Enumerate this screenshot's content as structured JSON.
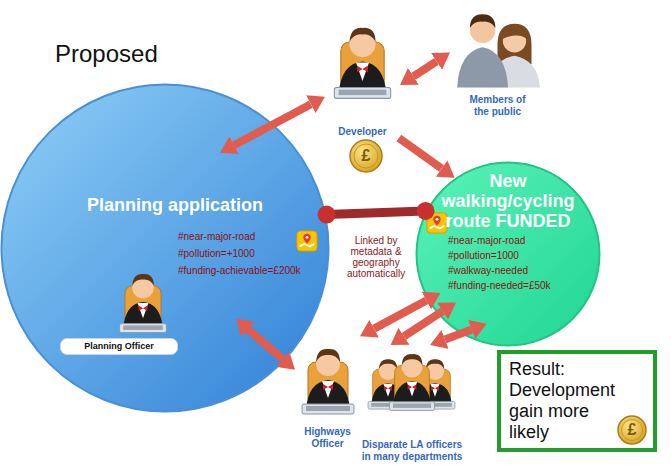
{
  "diagram": {
    "title": "Proposed",
    "nodes": [
      {
        "text": [
          "Developer"
        ]
      },
      {
        "text": [
          "Members of the public"
        ]
      },
      {
        "text": [
          "Planning application",
          "#near-major-road",
          "#pollution=+1000",
          "#funding-achievable=£200k"
        ]
      },
      {
        "text": [
          "Planning Officer"
        ],
        "in": 2
      },
      {
        "text": [
          "New walking/cycling route FUNDED",
          "#near-major-road",
          "#pollution=1000",
          "#walkway-needed",
          "#funding-needed=£50k"
        ]
      },
      {
        "text": [
          "Highways Officer"
        ]
      },
      {
        "text": [
          "Disparate LA officers in many departments"
        ]
      },
      {
        "text": [
          "Result: Development gain more likely"
        ]
      }
    ],
    "edges": [
      {
        "from": 0,
        "to": 1,
        "arrow": "both"
      },
      {
        "from": 0,
        "to": 2,
        "arrow": "both"
      },
      {
        "from": 0,
        "to": 4,
        "arrow": "to"
      },
      {
        "from": 2,
        "to": 5,
        "arrow": "both"
      },
      {
        "from": 5,
        "to": 4,
        "arrow": "both"
      },
      {
        "from": 6,
        "to": 4,
        "arrow": "both"
      },
      {
        "from": 6,
        "to": 4,
        "arrow": "both"
      },
      {
        "from": 2,
        "to": 4,
        "label": "Linked by metadata & geography automatically",
        "arrow": "none"
      }
    ],
    "labels": [
      "£",
      "£"
    ]
  }
}
